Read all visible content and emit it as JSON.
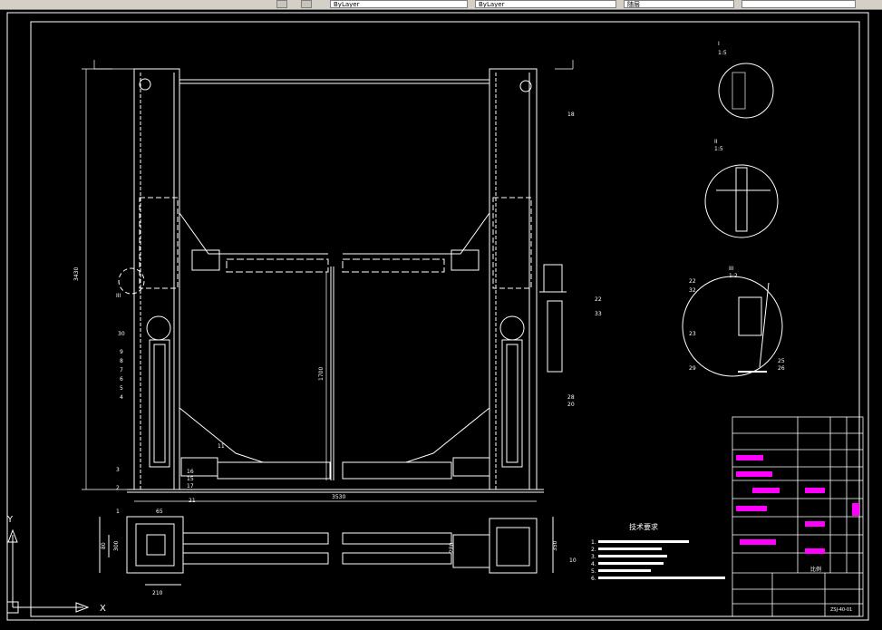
{
  "toolbar": {
    "fields": [
      "ByLayer",
      "ByLayer",
      "随层",
      ""
    ],
    "colors": {
      "bg": "#d4d0c8",
      "field": "#ffffff"
    }
  },
  "drawing": {
    "dimensions": {
      "overall_height": "3430",
      "inner_height": "1700",
      "span": "3530",
      "base_w1": "65",
      "base_w2": "210",
      "base_h1": "80",
      "base_h2": "300",
      "base_h3": "350",
      "right_base_h": "280"
    },
    "callouts": {
      "c18": "18",
      "c22a": "22",
      "c33": "33",
      "c28": "28",
      "c20": "20",
      "c11": "11",
      "c30": "30",
      "c9": "9",
      "c8": "8",
      "c7": "7",
      "c6": "6",
      "c5": "5",
      "c4": "4",
      "c3": "3",
      "c2": "2",
      "c1": "1",
      "c16": "16",
      "c15": "15",
      "c17": "17",
      "c21": "21",
      "c10": "10"
    },
    "views": {
      "view1_label": "I",
      "view1_scale": "1:5",
      "view2_label": "II",
      "view2_scale": "1:5",
      "view3_label": "III",
      "view3_scale": "1:2",
      "d22": "22",
      "d32": "32",
      "d23": "23",
      "d25": "25",
      "d26": "26",
      "d29": "29",
      "view_marker": "III"
    },
    "tech_req_title": "技术要求",
    "tech_req_prefix": [
      "1.",
      "2.",
      "3.",
      "4.",
      "5.",
      "6."
    ],
    "drawing_no": "ZSJ-40-01",
    "title_sheet": "比例",
    "axis_x": "X",
    "axis_y": "Y",
    "colors": {
      "line": "#ffffff",
      "highlight": "#ff00ff",
      "red_text": "#ff33ff"
    }
  }
}
